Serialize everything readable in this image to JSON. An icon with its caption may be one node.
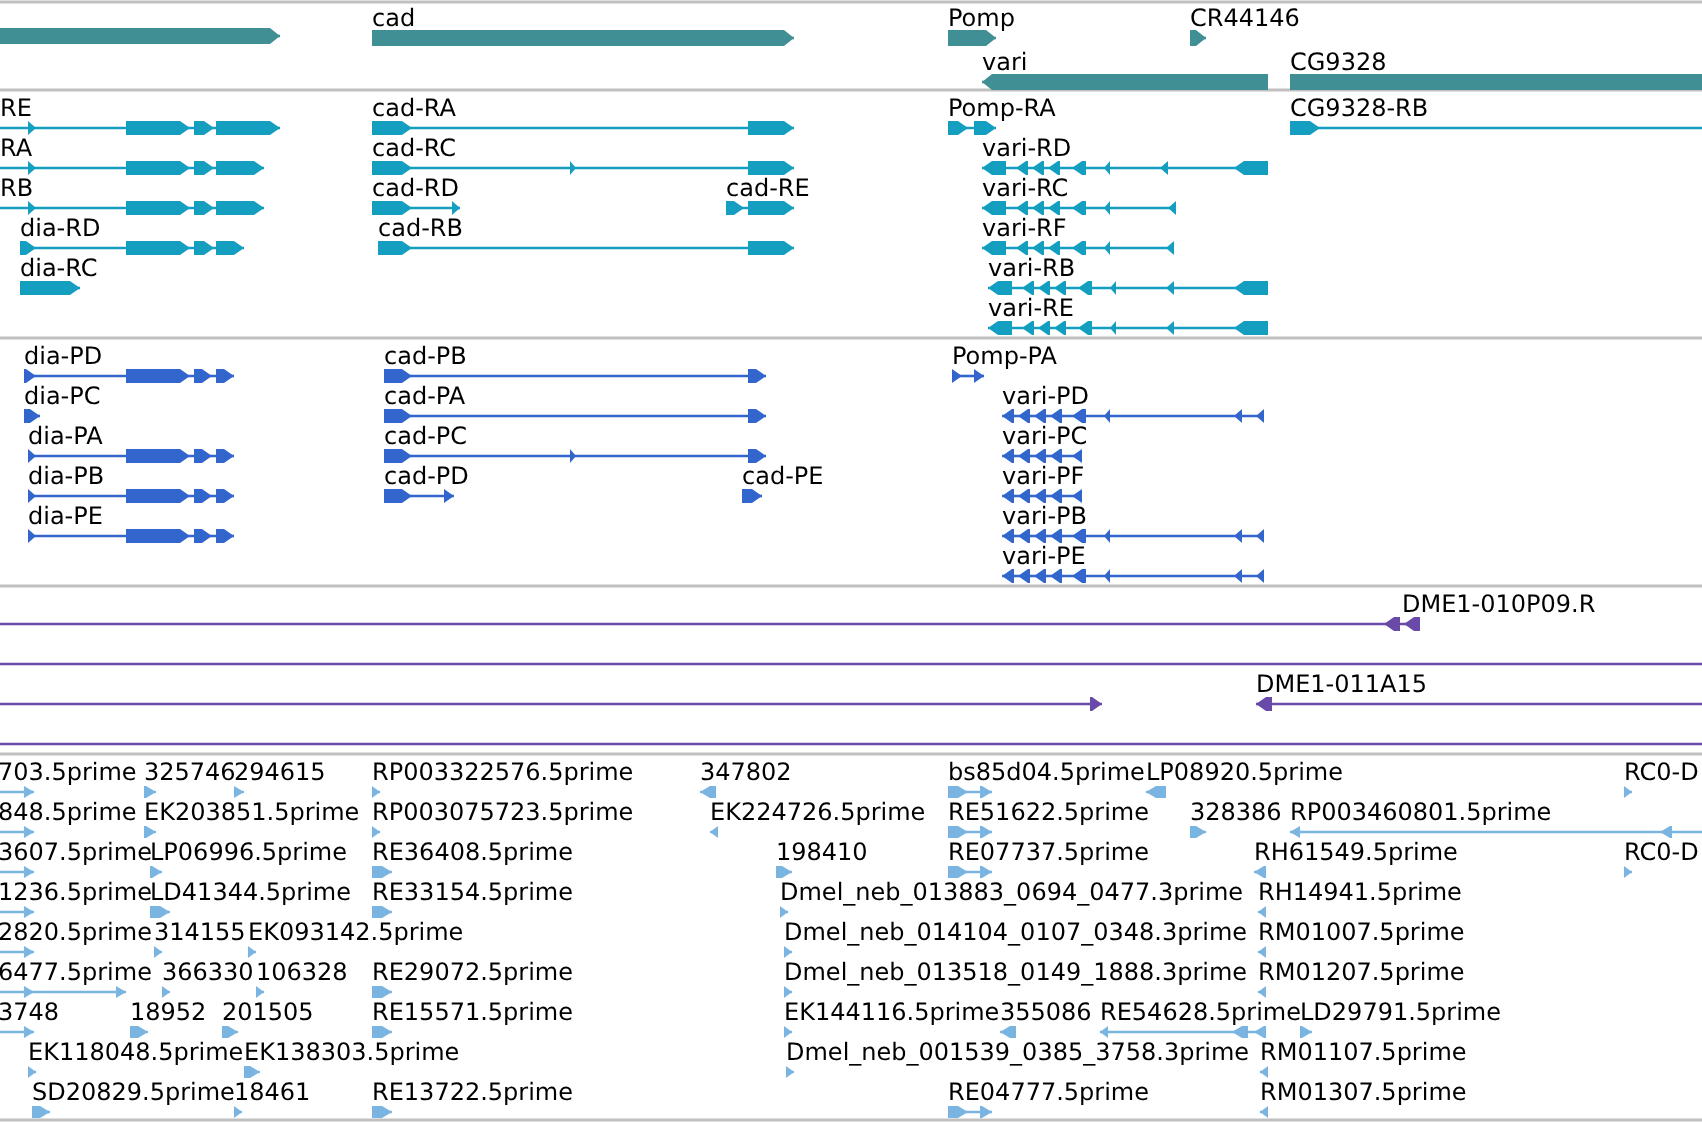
{
  "diagram": {
    "labels": [
      "cad",
      "Pomp",
      "CR44146",
      "vari",
      "CG9328",
      "RE",
      "cad-RA",
      "Pomp-RA",
      "CG9328-RB",
      "RA",
      "cad-RC",
      "vari-RD",
      "RB",
      "cad-RD",
      "cad-RE",
      "vari-RC",
      "dia-RD",
      "cad-RB",
      "vari-RF",
      "dia-RC",
      "vari-RB",
      "vari-RE",
      "dia-PD",
      "cad-PB",
      "Pomp-PA",
      "dia-PC",
      "cad-PA",
      "vari-PD",
      "dia-PA",
      "cad-PC",
      "vari-PC",
      "dia-PB",
      "cad-PD",
      "cad-PE",
      "vari-PF",
      "dia-PE",
      "vari-PB",
      "vari-PE",
      "DME1-010P09.R",
      "DME1-011A15",
      "703.5prime",
      "325746",
      "294615",
      "RP003322576.5prime",
      "347802",
      "bs85d04.5prime",
      "LP08920.5prime",
      "RC0-D",
      "848.5prime",
      "EK203851.5prime",
      "RP003075723.5prime",
      "EK224726.5prime",
      "RE51622.5prime",
      "328386",
      "RP003460801.5prime",
      "3607.5prime",
      "LP06996.5prime",
      "RE36408.5prime",
      "198410",
      "RE07737.5prime",
      "RH61549.5prime",
      "RC0-D",
      "1236.5prime",
      "LD41344.5prime",
      "RE33154.5prime",
      "Dmel_neb_013883_0694_0477.3prime",
      "RH14941.5prime",
      "2820.5prime",
      "314155",
      "EK093142.5prime",
      "Dmel_neb_014104_0107_0348.3prime",
      "RM01007.5prime",
      "6477.5prime",
      "366330",
      "106328",
      "RE29072.5prime",
      "Dmel_neb_013518_0149_1888.3prime",
      "RM01207.5prime",
      "3748",
      "18952",
      "201505",
      "RE15571.5prime",
      "EK144116.5prime",
      "355086",
      "RE54628.5prime",
      "LD29791.5prime",
      "EK118048.5prime",
      "EK138303.5prime",
      "Dmel_neb_001539_0385_3758.3prime",
      "RM01107.5prime",
      "SD20829.5prime",
      "18461",
      "RE13722.5prime",
      "RE04777.5prime",
      "RM01307.5prime"
    ]
  }
}
